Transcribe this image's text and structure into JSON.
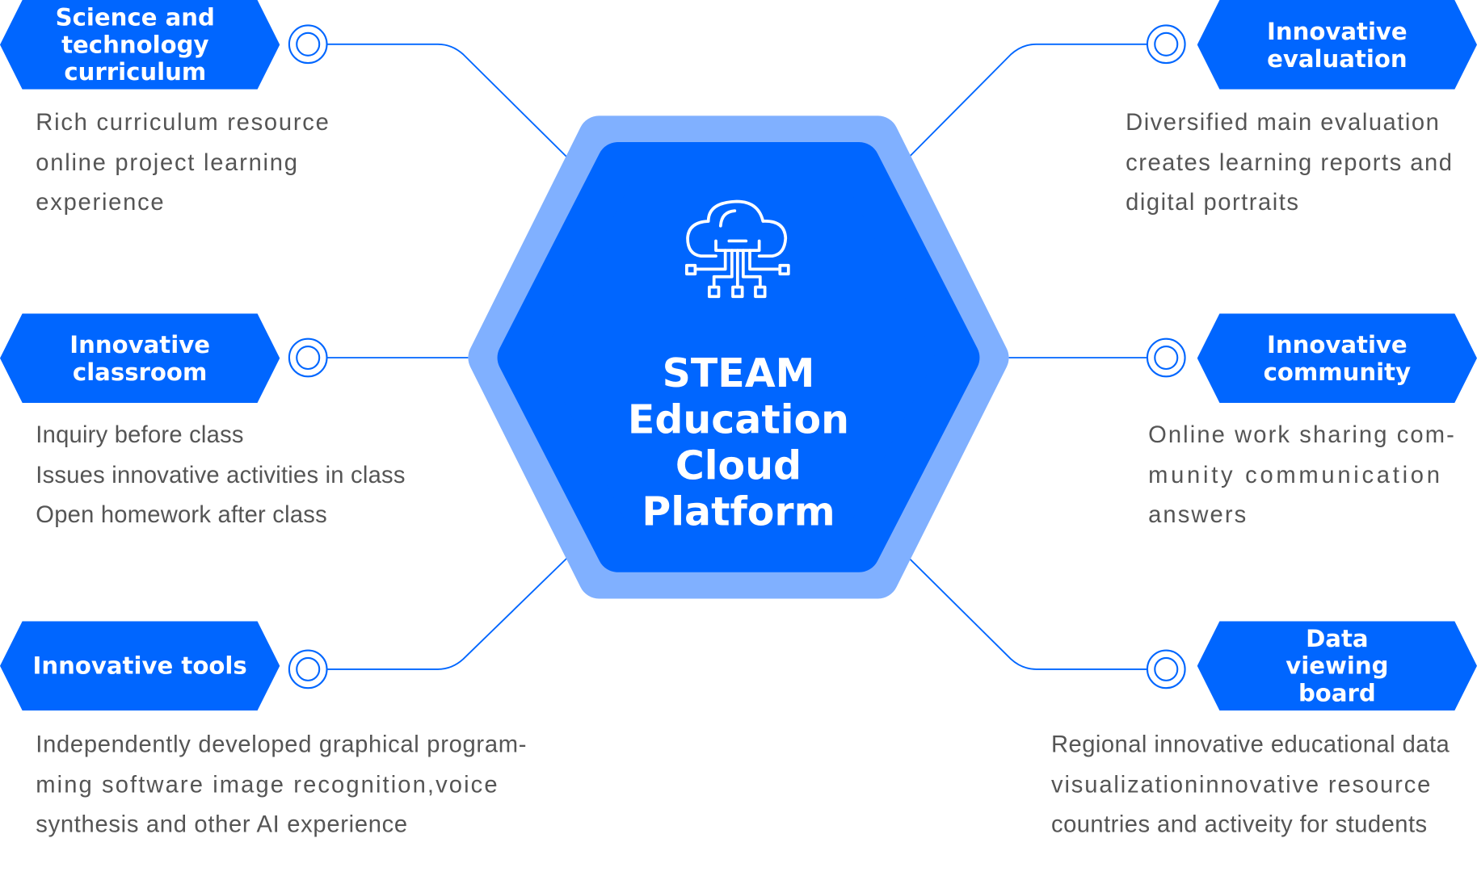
{
  "center": {
    "lines": [
      "STEAM",
      "Education",
      "Cloud",
      "Platform"
    ],
    "icon": "cloud-network-icon"
  },
  "nodes": [
    {
      "title": "Science and technology curriculum",
      "desc": [
        "Rich curriculum resource",
        "online project learning",
        "experience"
      ]
    },
    {
      "title": "Innovative classroom",
      "desc": [
        "Inquiry before class",
        "Issues innovative activities in class",
        "Open homework after class"
      ]
    },
    {
      "title": "Innovative tools",
      "desc": [
        "Independently developed graphical program-",
        "ming software image recognition,voice",
        "synthesis and other AI experience"
      ]
    },
    {
      "title": "Innovative evaluation",
      "desc": [
        "Diversified main evaluation",
        "creates learning reports and",
        "digital portraits"
      ]
    },
    {
      "title": "Innovative community",
      "desc": [
        "Online work sharing com-",
        "munity communication",
        "answers"
      ]
    },
    {
      "title": "Data viewing board",
      "desc": [
        "Regional innovative educational data",
        "visualizationinnovative resource",
        "countries and activeity for students"
      ]
    }
  ],
  "colors": {
    "primary": "#0066ff",
    "halo": "#80b0ff",
    "text": "#555555"
  }
}
